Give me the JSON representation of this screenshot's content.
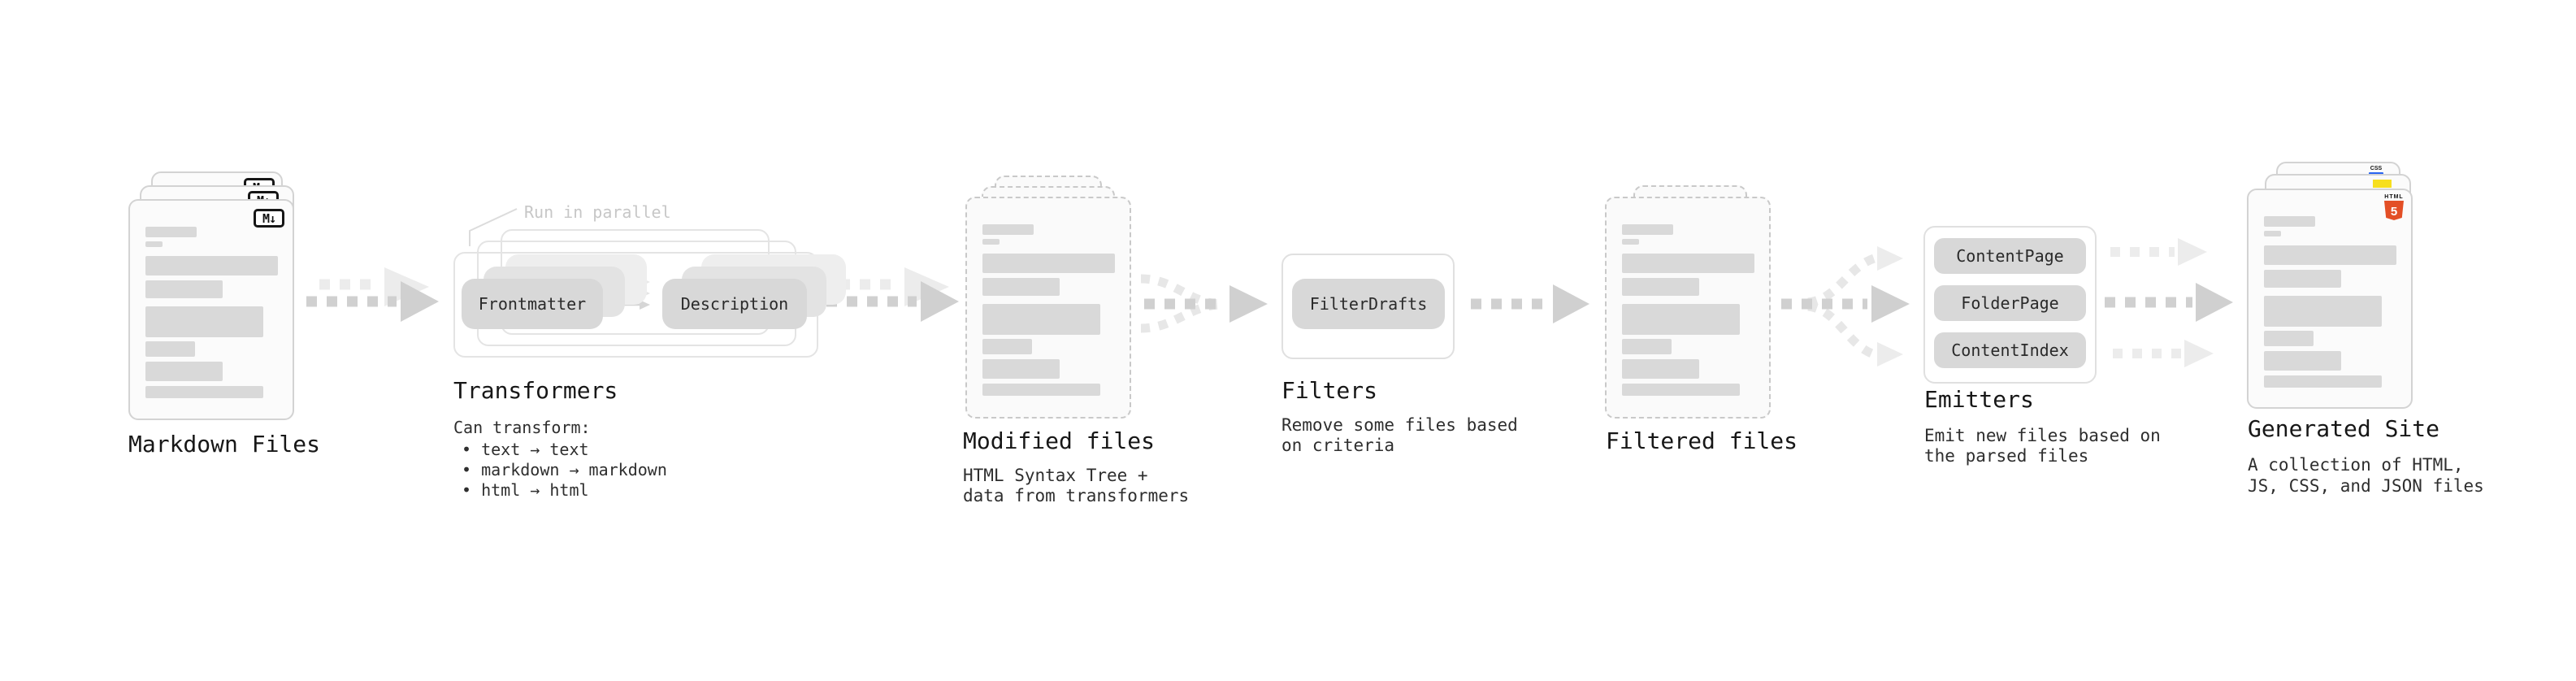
{
  "stages": {
    "markdown": {
      "label": "Markdown Files",
      "icon": "M↓"
    },
    "transformers": {
      "label": "Transformers",
      "callout": "Run in parallel",
      "pills": {
        "frontmatter": "Frontmatter",
        "description": "Description"
      },
      "desc_title": "Can transform:",
      "bullets": {
        "b1": "• text → text",
        "b2": "• markdown → markdown",
        "b3": "• html → html"
      }
    },
    "modified": {
      "label": "Modified files",
      "desc1": "HTML Syntax Tree +",
      "desc2": "data from transformers"
    },
    "filters": {
      "label": "Filters",
      "pill": "FilterDrafts",
      "desc1": "Remove some files based",
      "desc2": "on criteria"
    },
    "filtered": {
      "label": "Filtered files"
    },
    "emitters": {
      "label": "Emitters",
      "pills": {
        "p1": "ContentPage",
        "p2": "FolderPage",
        "p3": "ContentIndex"
      },
      "desc1": "Emit new files based on",
      "desc2": "the parsed files"
    },
    "generated": {
      "label": "Generated Site",
      "desc1": "A collection of HTML,",
      "desc2": "JS, CSS, and JSON files",
      "html_icon_label": "HTML",
      "html_icon_number": "5",
      "css_icon_label": "CSS"
    }
  },
  "colors": {
    "card_border": "#d3d3d3",
    "dashed_border": "#c9c9c9",
    "bar_fill": "#d9d9d9",
    "pill_fill": "#d8d8d8",
    "arrow_dark": "#d0d0d0",
    "arrow_light": "#ececec",
    "text_primary": "#171717",
    "callout_gray": "#c7c7c7",
    "html5_orange": "#e34f26",
    "js_yellow": "#f7df1e",
    "css_blue": "#2965f1"
  }
}
